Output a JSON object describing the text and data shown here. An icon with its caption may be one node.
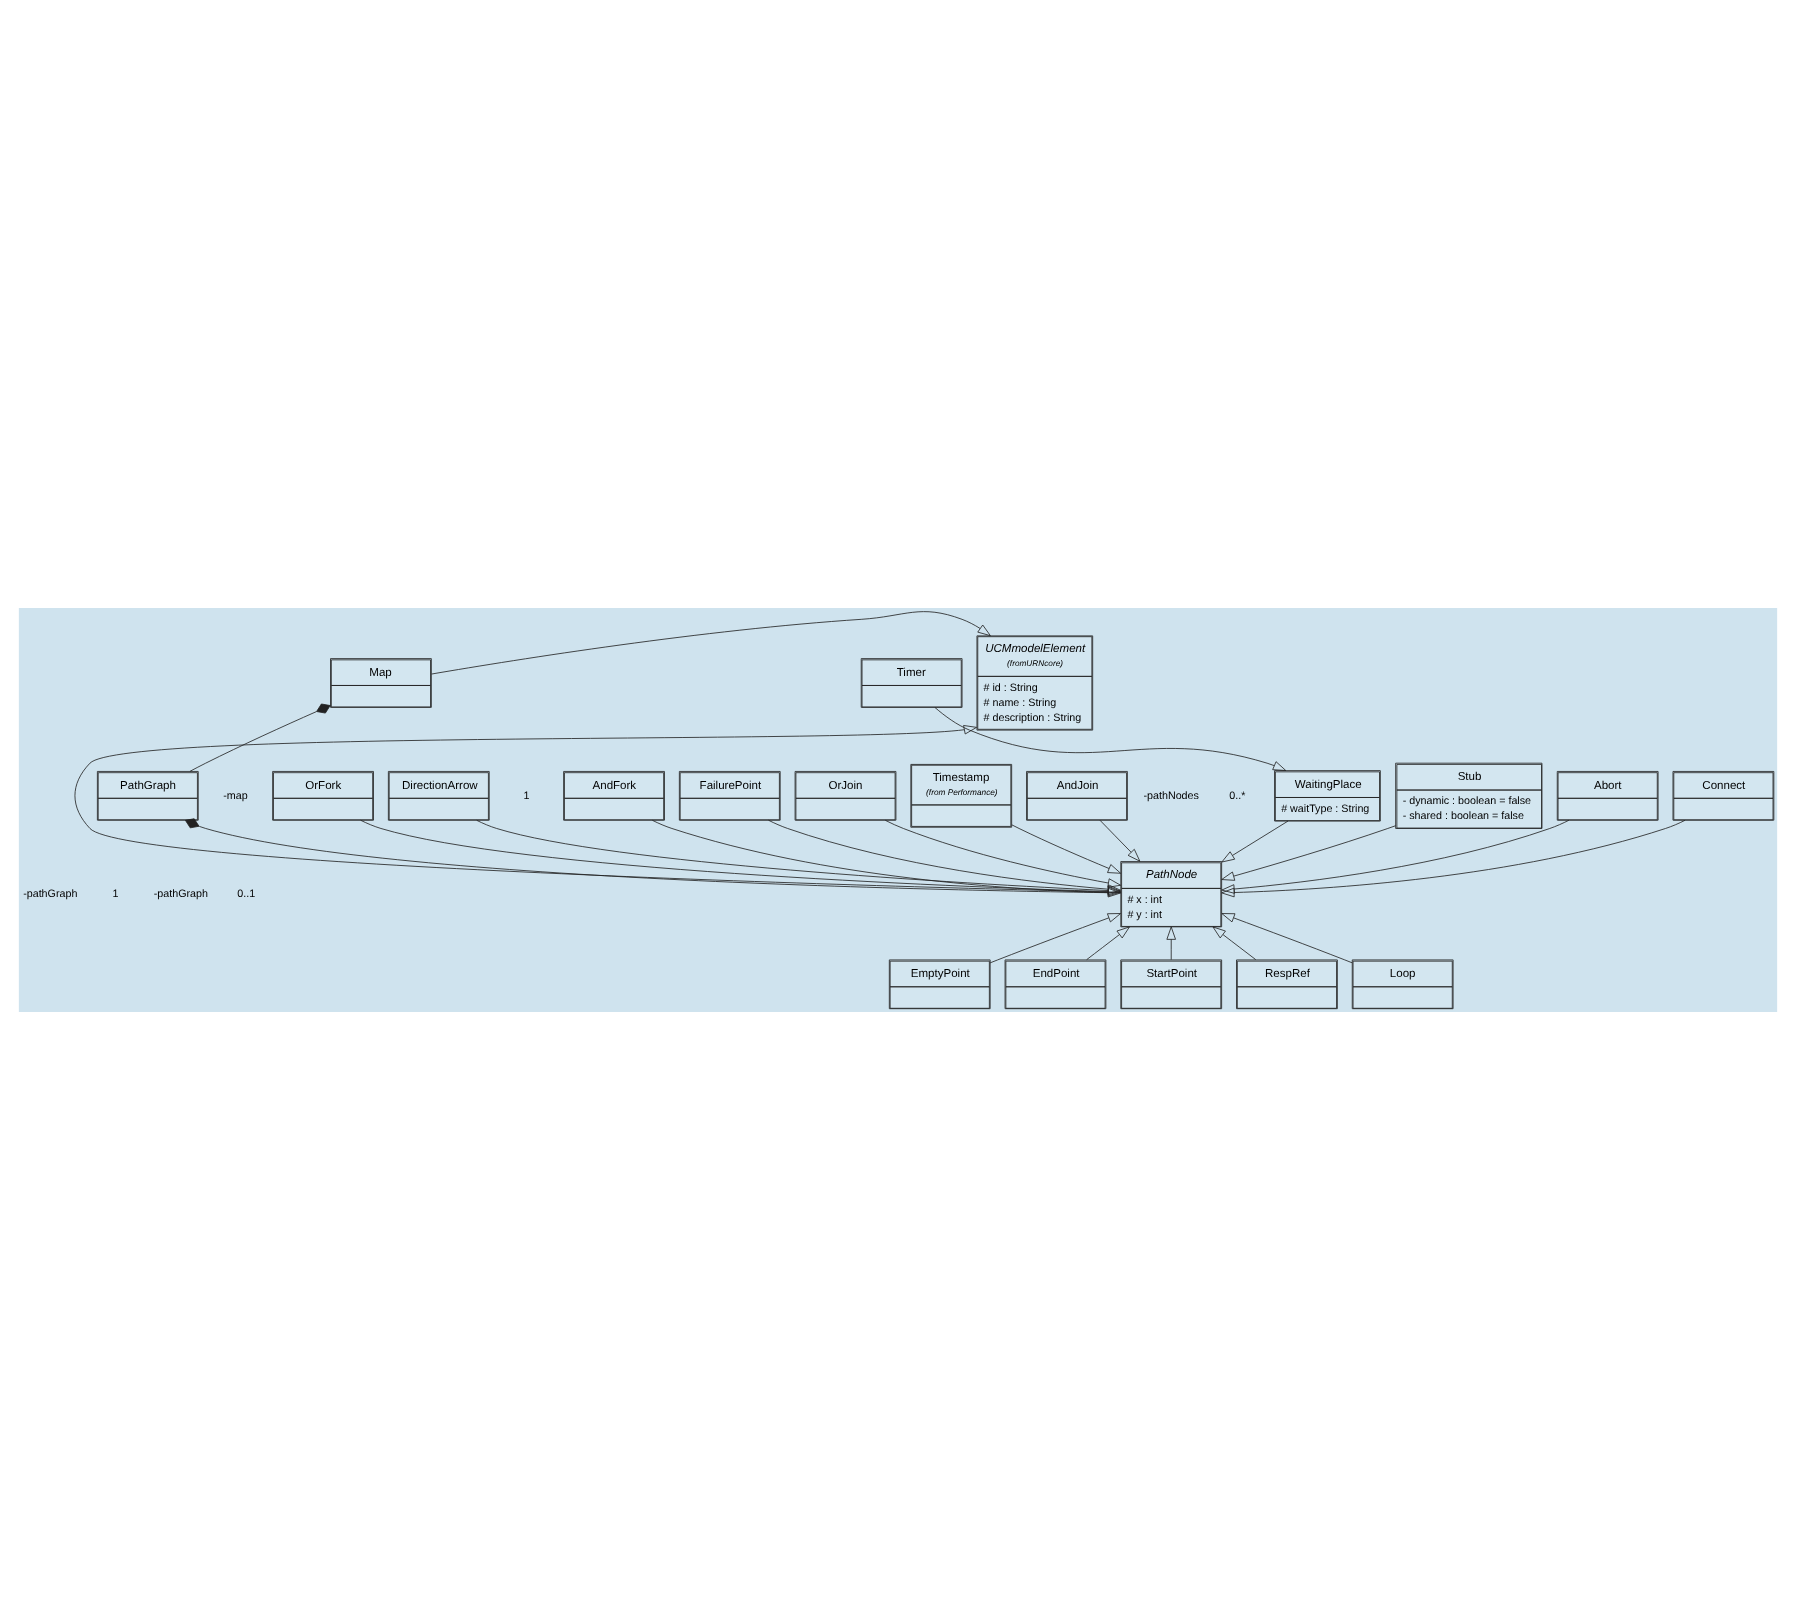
{
  "diagram": {
    "nodes": [
      {
        "text": [
          "UCMmodelElement",
          "(fromURNcore)",
          "# id : String",
          "# name : String",
          "# description : String"
        ]
      },
      {
        "text": [
          "Map"
        ]
      },
      {
        "text": [
          "Timer"
        ]
      },
      {
        "text": [
          "WaitingPlace",
          "# waitType : String"
        ]
      },
      {
        "text": [
          "Stub",
          "- dynamic : boolean = false",
          "- shared : boolean = false"
        ]
      },
      {
        "text": [
          "PathGraph"
        ]
      },
      {
        "text": [
          "Abort"
        ]
      },
      {
        "text": [
          "Connect"
        ]
      },
      {
        "text": [
          "OrFork"
        ]
      },
      {
        "text": [
          "DirectionArrow"
        ]
      },
      {
        "text": [
          "AndFork"
        ]
      },
      {
        "text": [
          "FailurePoint"
        ]
      },
      {
        "text": [
          "PathNode",
          "# x : int",
          "# y : int"
        ]
      },
      {
        "text": [
          "OrJoin"
        ]
      },
      {
        "text": [
          "Timestamp",
          "(from Performance)"
        ]
      },
      {
        "text": [
          "AndJoin"
        ]
      },
      {
        "text": [
          "EmptyPoint"
        ]
      },
      {
        "text": [
          "EndPoint"
        ]
      },
      {
        "text": [
          "StartPoint"
        ]
      },
      {
        "text": [
          "RespRef"
        ]
      },
      {
        "text": [
          "Loop"
        ]
      }
    ],
    "edges": [
      {
        "from": 1,
        "to": 0,
        "arrow": "to"
      },
      {
        "from": 1,
        "to": 5,
        "arrow": "other"
      },
      {
        "from": 5,
        "to": 12,
        "arrow": "other"
      },
      {
        "from": 2,
        "to": 3,
        "arrow": "to"
      },
      {
        "from": 12,
        "to": 0,
        "arrow": "to"
      },
      {
        "from": 4,
        "to": 12,
        "arrow": "to"
      },
      {
        "from": 3,
        "to": 12,
        "arrow": "to"
      },
      {
        "from": 6,
        "to": 12,
        "arrow": "to"
      },
      {
        "from": 7,
        "to": 12,
        "arrow": "to"
      },
      {
        "from": 8,
        "to": 12,
        "arrow": "to"
      },
      {
        "from": 9,
        "to": 12,
        "arrow": "to"
      },
      {
        "from": 10,
        "to": 12,
        "arrow": "to"
      },
      {
        "from": 11,
        "to": 12,
        "arrow": "to"
      },
      {
        "from": 13,
        "to": 12,
        "arrow": "to"
      },
      {
        "from": 14,
        "to": 12,
        "arrow": "to"
      },
      {
        "from": 15,
        "to": 12,
        "arrow": "to"
      },
      {
        "from": 16,
        "to": 12,
        "arrow": "to"
      },
      {
        "from": 17,
        "to": 12,
        "arrow": "to"
      },
      {
        "from": 18,
        "to": 12,
        "arrow": "to"
      },
      {
        "from": 19,
        "to": 12,
        "arrow": "to"
      },
      {
        "from": 20,
        "to": 12,
        "arrow": "to"
      }
    ],
    "labels": [
      "1",
      "-map",
      "0..1",
      "-pathGraph",
      "1",
      "-pathGraph",
      "-pathNodes",
      "0..*"
    ]
  }
}
